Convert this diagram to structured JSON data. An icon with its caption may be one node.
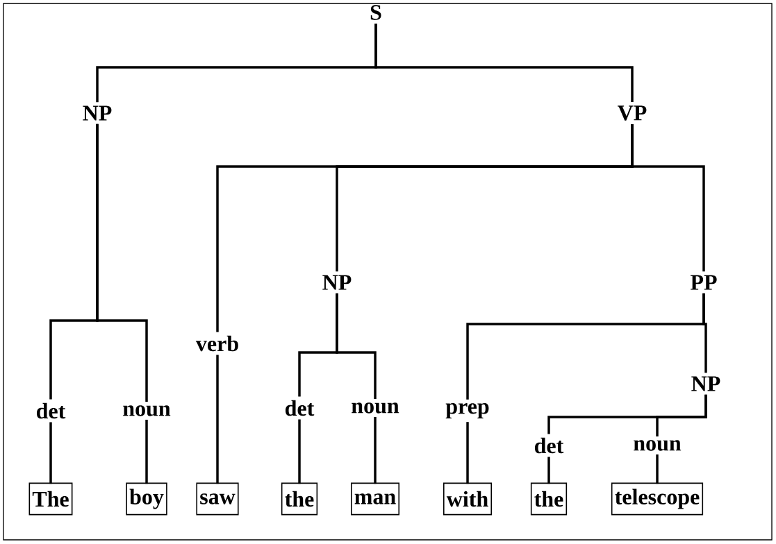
{
  "diagram": {
    "nodes": [
      {
        "text": [
          "S"
        ]
      },
      {
        "text": [
          "NP"
        ]
      },
      {
        "text": [
          "VP"
        ]
      },
      {
        "text": [
          "det"
        ]
      },
      {
        "text": [
          "noun"
        ]
      },
      {
        "text": [
          "verb"
        ]
      },
      {
        "text": [
          "NP"
        ]
      },
      {
        "text": [
          "PP"
        ]
      },
      {
        "text": [
          "det"
        ]
      },
      {
        "text": [
          "noun"
        ]
      },
      {
        "text": [
          "prep"
        ]
      },
      {
        "text": [
          "NP"
        ]
      },
      {
        "text": [
          "det"
        ]
      },
      {
        "text": [
          "noun"
        ]
      },
      {
        "text": [
          "The"
        ]
      },
      {
        "text": [
          "boy"
        ]
      },
      {
        "text": [
          "saw"
        ]
      },
      {
        "text": [
          "the"
        ]
      },
      {
        "text": [
          "man"
        ]
      },
      {
        "text": [
          "with"
        ]
      },
      {
        "text": [
          "the"
        ]
      },
      {
        "text": [
          "telescope"
        ]
      }
    ],
    "edges": [
      {
        "from": 0,
        "to": 1,
        "arrow": "none"
      },
      {
        "from": 0,
        "to": 2,
        "arrow": "none"
      },
      {
        "from": 1,
        "to": 3,
        "arrow": "none"
      },
      {
        "from": 1,
        "to": 4,
        "arrow": "none"
      },
      {
        "from": 2,
        "to": 5,
        "arrow": "none"
      },
      {
        "from": 2,
        "to": 6,
        "arrow": "none"
      },
      {
        "from": 2,
        "to": 7,
        "arrow": "none"
      },
      {
        "from": 6,
        "to": 8,
        "arrow": "none"
      },
      {
        "from": 6,
        "to": 9,
        "arrow": "none"
      },
      {
        "from": 7,
        "to": 10,
        "arrow": "none"
      },
      {
        "from": 7,
        "to": 11,
        "arrow": "none"
      },
      {
        "from": 11,
        "to": 12,
        "arrow": "none"
      },
      {
        "from": 11,
        "to": 13,
        "arrow": "none"
      },
      {
        "from": 3,
        "to": 14,
        "arrow": "none"
      },
      {
        "from": 4,
        "to": 15,
        "arrow": "none"
      },
      {
        "from": 5,
        "to": 16,
        "arrow": "none"
      },
      {
        "from": 8,
        "to": 17,
        "arrow": "none"
      },
      {
        "from": 9,
        "to": 18,
        "arrow": "none"
      },
      {
        "from": 10,
        "to": 19,
        "arrow": "none"
      },
      {
        "from": 12,
        "to": 20,
        "arrow": "none"
      },
      {
        "from": 13,
        "to": 21,
        "arrow": "none"
      }
    ]
  }
}
